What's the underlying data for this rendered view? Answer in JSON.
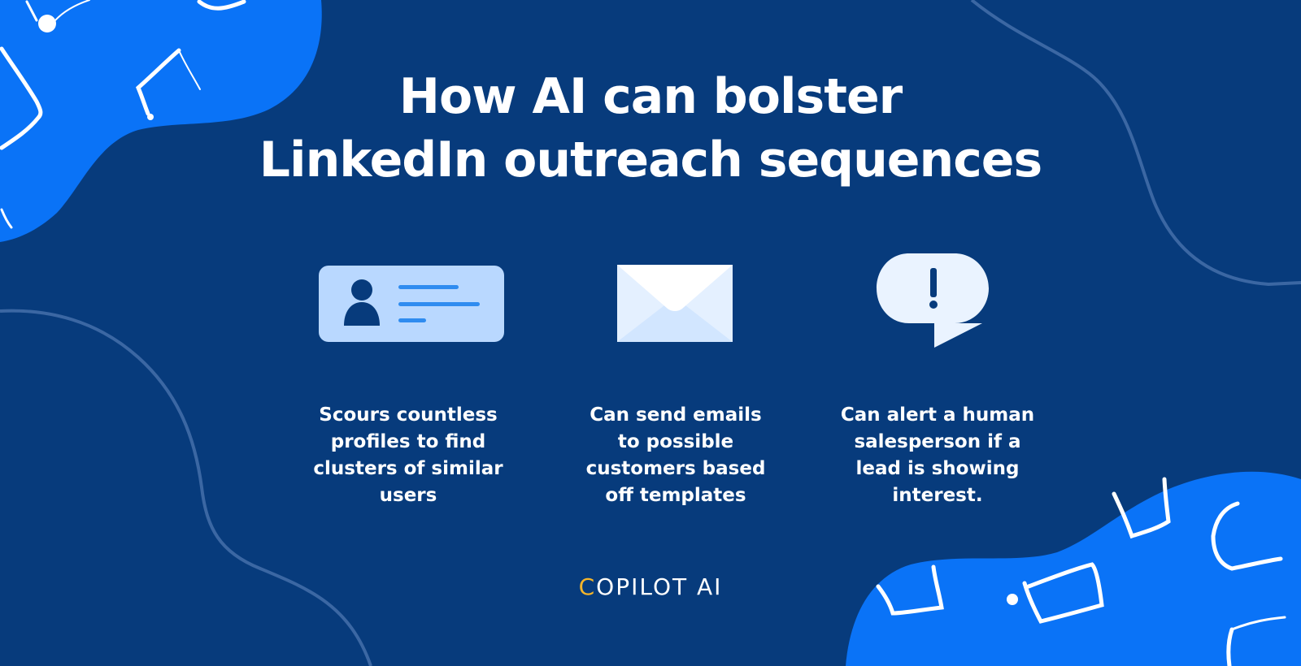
{
  "title": {
    "line1": "How AI can bolster",
    "line2": "LinkedIn outreach sequences"
  },
  "features": [
    {
      "icon": "profile-card-icon",
      "lines": [
        "Scours countless",
        "profiles to find",
        "clusters of similar",
        "users"
      ]
    },
    {
      "icon": "envelope-icon",
      "lines": [
        "Can send emails",
        "to possible",
        "customers based",
        "off templates"
      ]
    },
    {
      "icon": "alert-speech-bubble-icon",
      "lines": [
        "Can alert a human",
        "salesperson if a",
        "lead is showing",
        "interest."
      ]
    }
  ],
  "brand": {
    "first_letter": "C",
    "rest": "OPILOT AI"
  },
  "colors": {
    "background": "#073b7c",
    "blob": "#0a73f7",
    "accent_letter": "#f5b52a",
    "icon_light": "#b9d8ff",
    "icon_line": "#2f8cf0"
  }
}
